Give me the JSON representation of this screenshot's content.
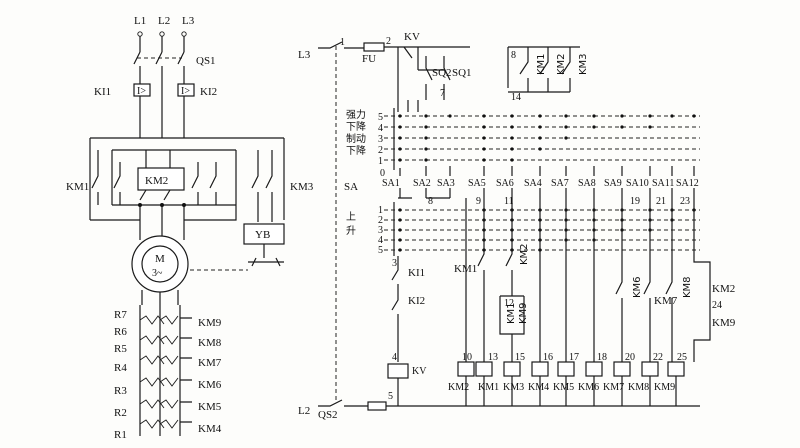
{
  "power": {
    "phases": [
      "L1",
      "L2",
      "L3"
    ],
    "switch": "QS1",
    "overloads": [
      "KI1",
      "KI2"
    ],
    "contactors": [
      "KM1",
      "KM2",
      "KM3"
    ],
    "brake": "YB",
    "motor": "M",
    "motor_sub": "3~",
    "resistors": [
      "R7",
      "R6",
      "R5",
      "R4",
      "R3",
      "R2",
      "R1"
    ],
    "resistor_contactors": [
      "KM9",
      "KM8",
      "KM7",
      "KM6",
      "KM5",
      "KM4"
    ]
  },
  "control": {
    "supply_top": "L3",
    "supply_bottom": "L2",
    "fuse": "FU",
    "qs2": "QS2",
    "kv": "KV",
    "limit_switches": [
      "SQ2",
      "SQ1"
    ],
    "node_labels": {
      "n1": "1",
      "n2": "2",
      "n3": "3",
      "n4": "4",
      "n5": "5",
      "n7": "7",
      "n8": "8",
      "n9": "9",
      "n11": "11",
      "n12": "12",
      "n14": "14",
      "n19": "19",
      "n21": "21",
      "n23": "23",
      "n24": "24"
    },
    "km_top": [
      "KM1",
      "KM2",
      "KM3"
    ],
    "lower_rows": [
      "强力",
      "下降",
      "制动",
      "下降"
    ],
    "lower_nums": [
      "5",
      "4",
      "3",
      "2",
      "1"
    ],
    "zero": "0",
    "sa": "SA",
    "sa_labels": [
      "SA1",
      "SA2",
      "SA3",
      "SA5",
      "SA6",
      "SA4",
      "SA7",
      "SA8",
      "SA9",
      "SA10",
      "SA11",
      "SA12"
    ],
    "raise_label": [
      "上",
      "升"
    ],
    "raise_nums": [
      "1",
      "2",
      "3",
      "4",
      "5"
    ],
    "ki": [
      "KI1",
      "KI2"
    ],
    "km1_label": "KM1",
    "km2_label": "KM2",
    "interlock": [
      "KM1",
      "KM9"
    ],
    "mid_km": [
      "KM6",
      "KM7",
      "KM8"
    ],
    "right_km": [
      "KM2",
      "KM9"
    ],
    "coil_nodes": [
      "10",
      "13",
      "15",
      "16",
      "17",
      "18",
      "20",
      "22",
      "25"
    ],
    "coil_labels": [
      "KM2",
      "KM1",
      "KM3",
      "KM4",
      "KM5",
      "KM6",
      "KM7",
      "KM8",
      "KM9"
    ],
    "kv_coil": "KV",
    "n4": "4"
  }
}
